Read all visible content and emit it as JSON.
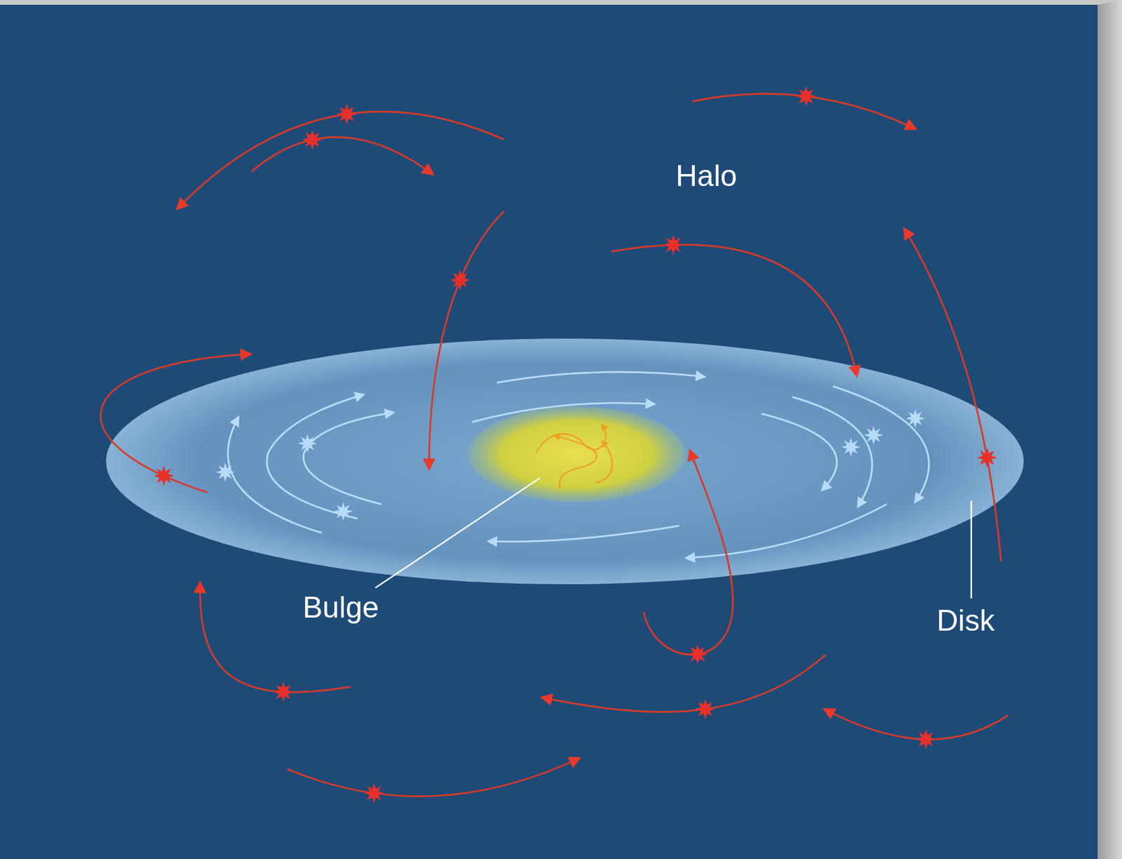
{
  "diagram": {
    "labels": [
      "Halo",
      "Bulge",
      "Disk"
    ]
  }
}
